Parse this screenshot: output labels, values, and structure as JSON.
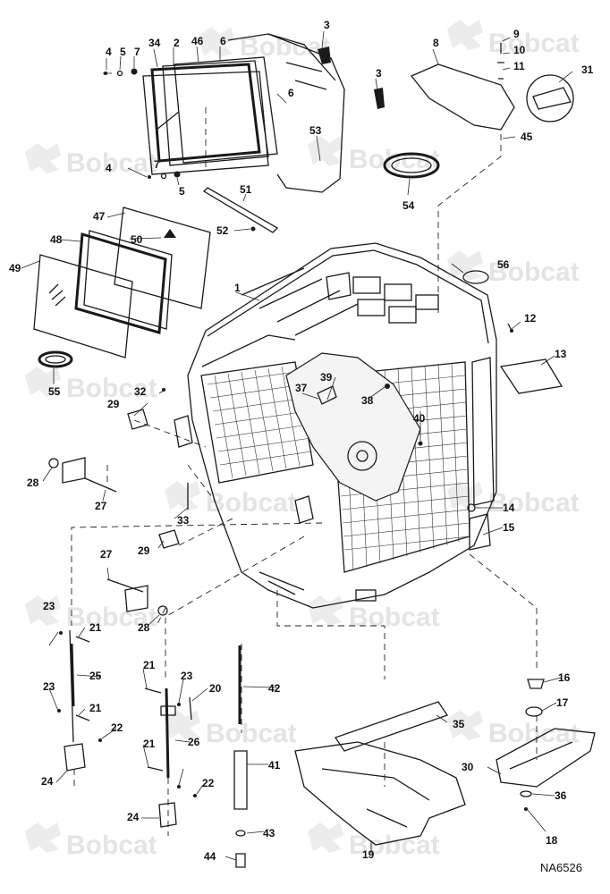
{
  "diagram": {
    "watermark_text": "Bobcat",
    "drawing_code": "NA6526",
    "callouts": [
      {
        "label": "1"
      },
      {
        "label": "2"
      },
      {
        "label": "3"
      },
      {
        "label": "3"
      },
      {
        "label": "4"
      },
      {
        "label": "4"
      },
      {
        "label": "5"
      },
      {
        "label": "5"
      },
      {
        "label": "6"
      },
      {
        "label": "6"
      },
      {
        "label": "7"
      },
      {
        "label": "7"
      },
      {
        "label": "8"
      },
      {
        "label": "9"
      },
      {
        "label": "10"
      },
      {
        "label": "11"
      },
      {
        "label": "12"
      },
      {
        "label": "13"
      },
      {
        "label": "14"
      },
      {
        "label": "15"
      },
      {
        "label": "16"
      },
      {
        "label": "17"
      },
      {
        "label": "18"
      },
      {
        "label": "19"
      },
      {
        "label": "20"
      },
      {
        "label": "21"
      },
      {
        "label": "21"
      },
      {
        "label": "21"
      },
      {
        "label": "21"
      },
      {
        "label": "22"
      },
      {
        "label": "22"
      },
      {
        "label": "23"
      },
      {
        "label": "23"
      },
      {
        "label": "23"
      },
      {
        "label": "24"
      },
      {
        "label": "24"
      },
      {
        "label": "25"
      },
      {
        "label": "26"
      },
      {
        "label": "27"
      },
      {
        "label": "27"
      },
      {
        "label": "28"
      },
      {
        "label": "28"
      },
      {
        "label": "29"
      },
      {
        "label": "29"
      },
      {
        "label": "30"
      },
      {
        "label": "31"
      },
      {
        "label": "32"
      },
      {
        "label": "33"
      },
      {
        "label": "34"
      },
      {
        "label": "35"
      },
      {
        "label": "36"
      },
      {
        "label": "37"
      },
      {
        "label": "38"
      },
      {
        "label": "39"
      },
      {
        "label": "40"
      },
      {
        "label": "41"
      },
      {
        "label": "42"
      },
      {
        "label": "43"
      },
      {
        "label": "44"
      },
      {
        "label": "45"
      },
      {
        "label": "46"
      },
      {
        "label": "47"
      },
      {
        "label": "48"
      },
      {
        "label": "49"
      },
      {
        "label": "50"
      },
      {
        "label": "51"
      },
      {
        "label": "52"
      },
      {
        "label": "53"
      },
      {
        "label": "54"
      },
      {
        "label": "55"
      },
      {
        "label": "56"
      }
    ]
  }
}
